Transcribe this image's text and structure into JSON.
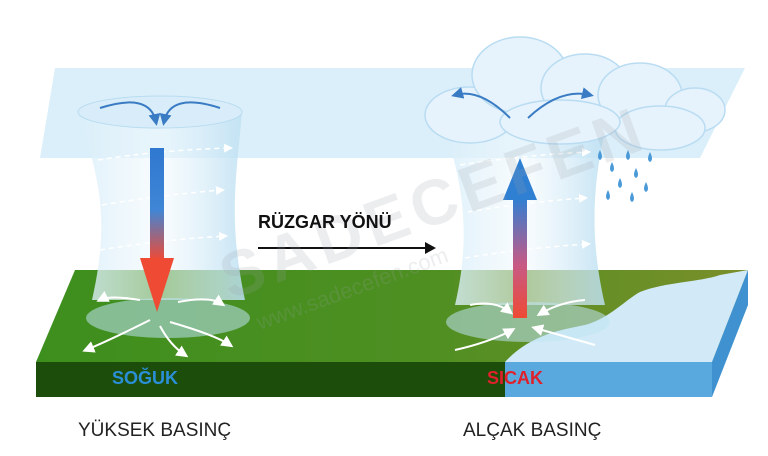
{
  "labels": {
    "wind_direction": "RÜZGAR YÖNÜ",
    "cold": "SOĞUK",
    "warm": "SICAK",
    "high_pressure": "YÜKSEK BASINÇ",
    "low_pressure": "ALÇAK BASINÇ"
  },
  "watermark": "SADECEFEN www.sadecefen.com",
  "colors": {
    "land_green": "#3f8a1e",
    "land_dark": "#1d4d0b",
    "sky_plane": "#cfe9f8",
    "sea": "#cde7f6",
    "cold_arrow": "#3b7fd3",
    "warm_arrow": "#e8453a"
  }
}
